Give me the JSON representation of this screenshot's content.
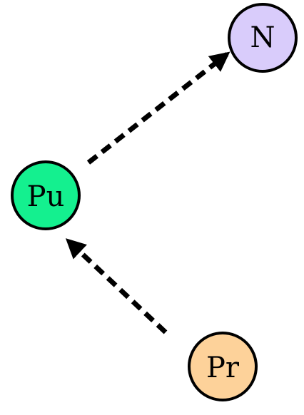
{
  "nodes": [
    {
      "id": "N",
      "label": "N",
      "color": "#d9ccfb"
    },
    {
      "id": "Pu",
      "label": "Pu",
      "color": "#14f08f"
    },
    {
      "id": "Pr",
      "label": "Pr",
      "color": "#fdd29a"
    }
  ],
  "edges": [
    {
      "from": "Pu",
      "to": "N",
      "style": "dashed",
      "color": "#000000"
    },
    {
      "from": "Pr",
      "to": "Pu",
      "style": "dashed",
      "color": "#000000"
    }
  ]
}
